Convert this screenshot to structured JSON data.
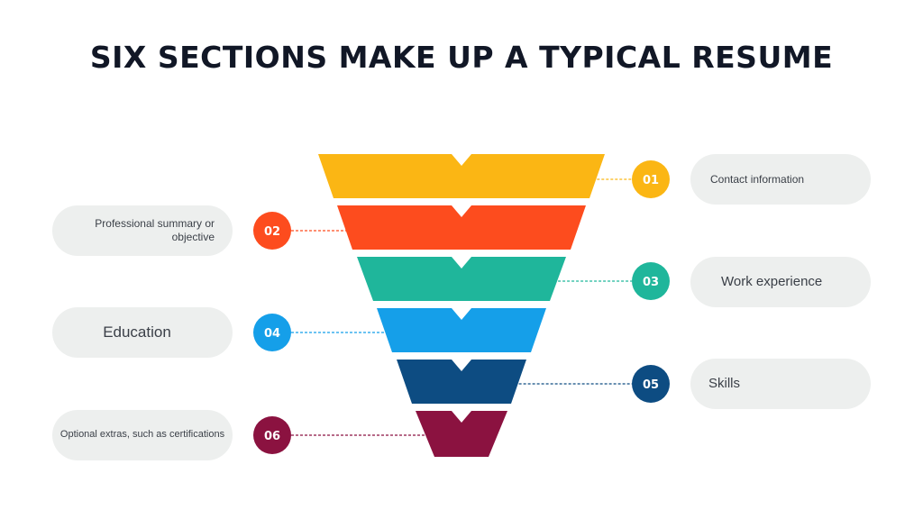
{
  "title": "SIX SECTIONS MAKE UP A TYPICAL RESUME",
  "sections": [
    {
      "number": "01",
      "label": "Contact information",
      "color": "#fbb614",
      "side": "right"
    },
    {
      "number": "02",
      "label": "Professional summary or objective",
      "color": "#fd4c1e",
      "side": "left"
    },
    {
      "number": "03",
      "label": "Work experience",
      "color": "#1fb69b",
      "side": "right"
    },
    {
      "number": "04",
      "label": "Education",
      "color": "#159fe9",
      "side": "left"
    },
    {
      "number": "05",
      "label": "Skills",
      "color": "#0d4c82",
      "side": "right"
    },
    {
      "number": "06",
      "label": "Optional extras, such as certifications",
      "color": "#8b1240",
      "side": "left"
    }
  ]
}
